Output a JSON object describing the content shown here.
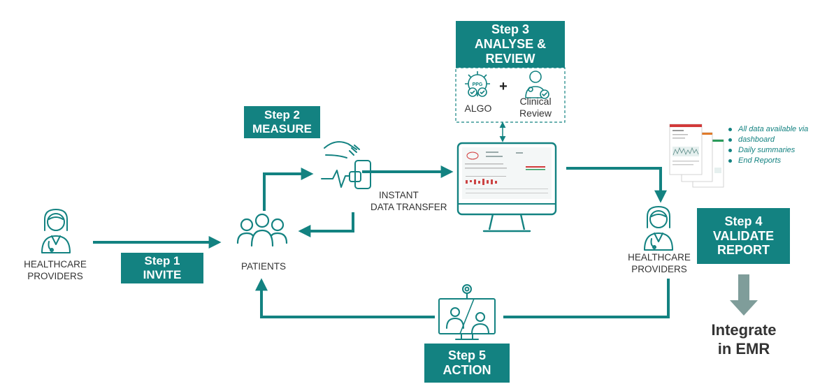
{
  "steps": {
    "step1": {
      "label": "Step 1",
      "title": "INVITE"
    },
    "step2": {
      "label": "Step 2",
      "title": "MEASURE"
    },
    "step3": {
      "label": "Step 3",
      "title_line1": "ANALYSE &",
      "title_line2": "REVIEW"
    },
    "step4": {
      "label": "Step 4",
      "title_line1": "VALIDATE",
      "title_line2": "REPORT"
    },
    "step5": {
      "label": "Step 5",
      "title": "ACTION"
    }
  },
  "nodes": {
    "providers_left": {
      "line1": "HEALTHCARE",
      "line2": "PROVIDERS"
    },
    "patients": {
      "label": "PATIENTS"
    },
    "data_transfer": {
      "line1": "INSTANT",
      "line2": "DATA TRANSFER"
    },
    "providers_right": {
      "line1": "HEALTHCARE",
      "line2": "PROVIDERS"
    }
  },
  "review_panel": {
    "algo_label": "ALGO",
    "plus": "+",
    "clinical_line1": "Clinical",
    "clinical_line2": "Review",
    "ppg_badge": "PPG"
  },
  "report_notes": [
    "All data available via",
    "dashboard",
    "Daily summaries",
    "End Reports"
  ],
  "integrate": {
    "line1": "Integrate",
    "line2": "in EMR"
  },
  "colors": {
    "teal": "#138281",
    "text": "#333333",
    "emr_arrow": "#7f9d9a",
    "white": "#ffffff"
  },
  "icons": [
    "doctor-icon",
    "patients-group-icon",
    "finger-sensor-phone-icon",
    "monitor-dashboard-icon",
    "gear-ppg-icon",
    "clinician-check-icon",
    "report-sheets-icon",
    "telehealth-video-icon"
  ]
}
